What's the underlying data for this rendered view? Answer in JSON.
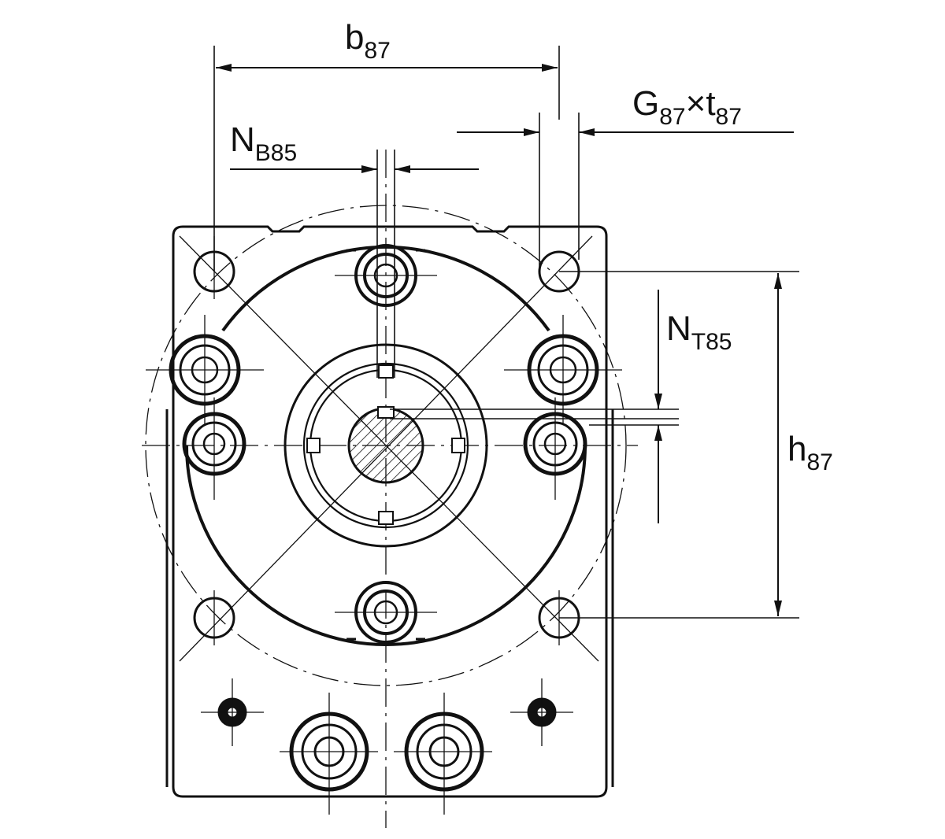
{
  "labels": {
    "b87": {
      "main": "b",
      "sub": "87"
    },
    "g87t87": {
      "main1": "G",
      "sub1": "87",
      "symbol": "×",
      "main2": "t",
      "sub2": "87"
    },
    "nb85": {
      "main": "N",
      "sub": "B85"
    },
    "nt85": {
      "main": "N",
      "sub": "T85"
    },
    "h87": {
      "main": "h",
      "sub": "87"
    }
  },
  "colors": {
    "ink": "#111111",
    "background": "#ffffff"
  }
}
